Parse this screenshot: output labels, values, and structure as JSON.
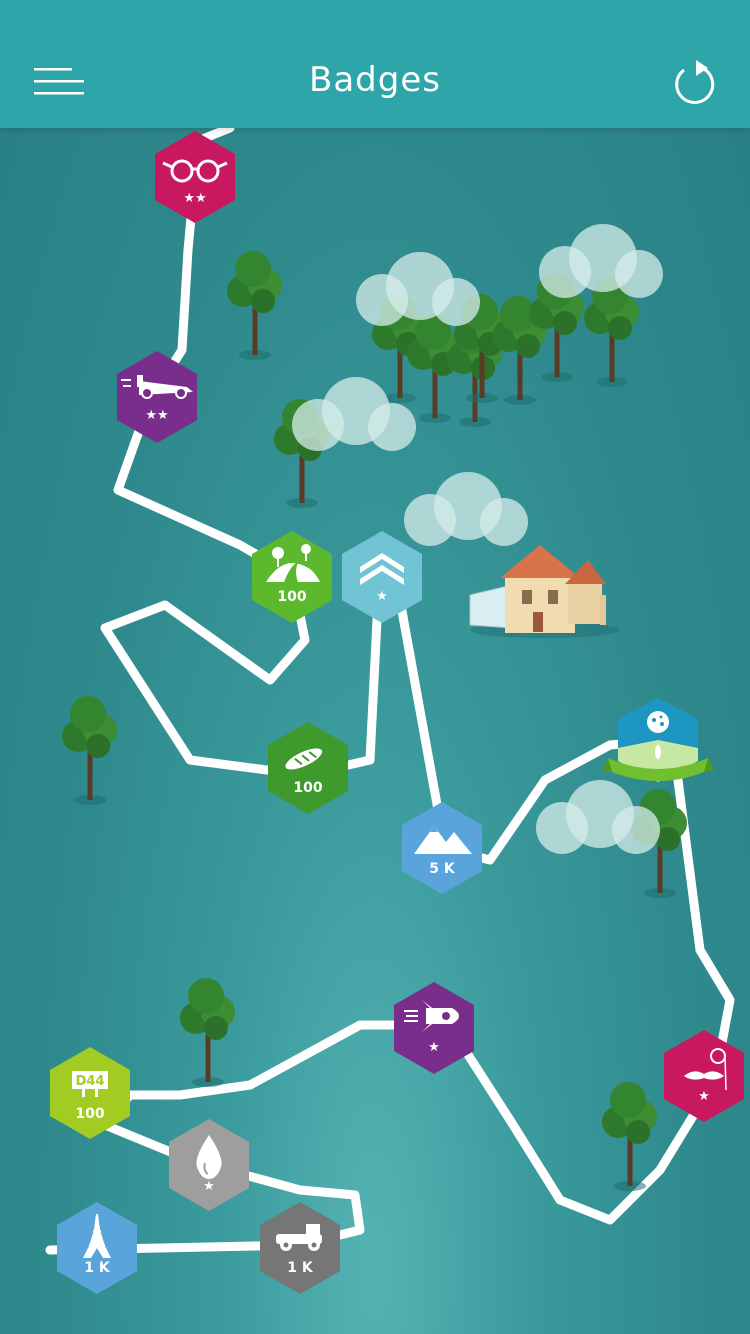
{
  "header": {
    "title": "Badges",
    "menu_icon": "hamburger-menu-icon",
    "refresh_icon": "refresh-icon"
  },
  "colors": {
    "header": "#2ea5a9",
    "path": "#ffffff",
    "magenta": "#c8185f",
    "purple": "#7a2e8c",
    "green": "#5cb82c",
    "dark_green": "#3f9a2e",
    "light_blue": "#70c4d4",
    "blue": "#5aa4dc",
    "lime": "#a2cc21",
    "gray": "#9e9e9e",
    "dark_gray": "#767676"
  },
  "badges": [
    {
      "id": "glasses",
      "icon": "glasses-icon",
      "label": "",
      "stars": "★★"
    },
    {
      "id": "race-car",
      "icon": "race-car-icon",
      "label": "",
      "stars": "★★"
    },
    {
      "id": "countryside",
      "icon": "countryside-road-icon",
      "label": "100",
      "stars": ""
    },
    {
      "id": "rank",
      "icon": "chevron-rank-icon",
      "label": "",
      "stars": "★"
    },
    {
      "id": "bread",
      "icon": "baguette-icon",
      "label": "100",
      "stars": ""
    },
    {
      "id": "mountains",
      "icon": "mountain-icon",
      "label": "5 K",
      "stars": ""
    },
    {
      "id": "eco",
      "icon": "ladybug-leaf-icon",
      "label": "",
      "stars": ""
    },
    {
      "id": "rocket",
      "icon": "rocket-icon",
      "label": "",
      "stars": "★"
    },
    {
      "id": "mustache",
      "icon": "mustache-monocle-icon",
      "label": "",
      "stars": "★"
    },
    {
      "id": "road-sign",
      "icon": "road-sign-icon",
      "label": "100",
      "sign": "D44",
      "stars": ""
    },
    {
      "id": "fuel-drop",
      "icon": "water-drop-icon",
      "label": "",
      "stars": "★"
    },
    {
      "id": "paris",
      "icon": "eiffel-tower-icon",
      "label": "1 K",
      "stars": ""
    },
    {
      "id": "vintage-car",
      "icon": "vintage-car-icon",
      "label": "1 K",
      "stars": ""
    }
  ]
}
